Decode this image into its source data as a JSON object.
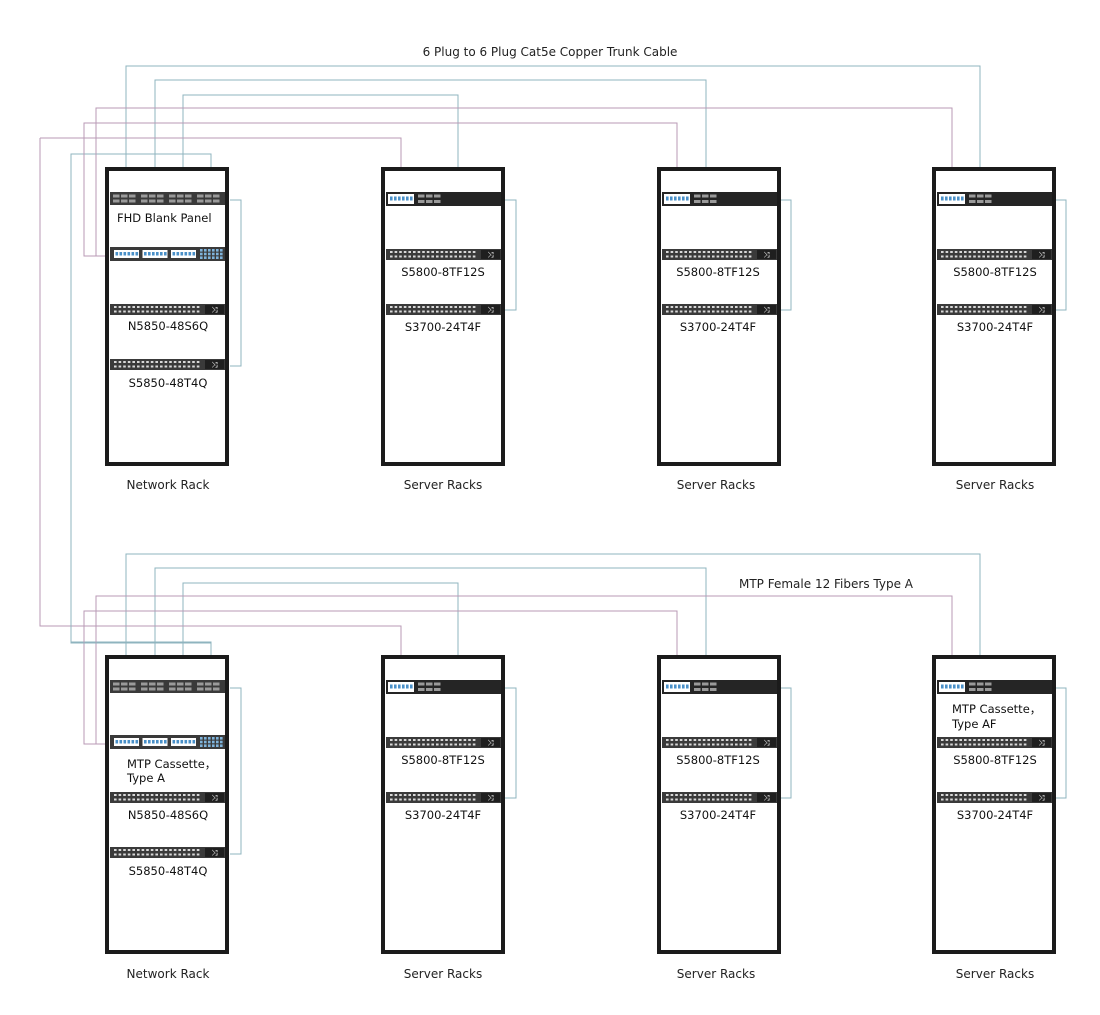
{
  "colors": {
    "copper_cable": "#8fb4bf",
    "fiber_cable": "#b99ab5",
    "rack_frame": "#1b1b1b",
    "panel_dark": "#3a3a3a",
    "port_gray": "#9a9a9a",
    "port_blue": "#4a90c8"
  },
  "cables": {
    "top_caption": "6 Plug to 6 Plug Cat5e Copper Trunk Cable",
    "bottom_caption": "MTP Female 12 Fibers Type A"
  },
  "top_row": {
    "network_rack": {
      "caption": "Network Rack",
      "panel_label": "FHD Blank Panel",
      "switch_1": "N5850-48S6Q",
      "switch_2": "S5850-48T4Q"
    },
    "server_racks": [
      {
        "caption": "Server Racks",
        "switch_1": "S5800-8TF12S",
        "switch_2": "S3700-24T4F"
      },
      {
        "caption": "Server Racks",
        "switch_1": "S5800-8TF12S",
        "switch_2": "S3700-24T4F"
      },
      {
        "caption": "Server Racks",
        "switch_1": "S5800-8TF12S",
        "switch_2": "S3700-24T4F"
      }
    ]
  },
  "bottom_row": {
    "network_rack": {
      "caption": "Network Rack",
      "cassette_label_1": "MTP Cassette，",
      "cassette_label_2": "Type A",
      "switch_1": "N5850-48S6Q",
      "switch_2": "S5850-48T4Q"
    },
    "server_racks": [
      {
        "caption": "Server Racks",
        "switch_1": "S5800-8TF12S",
        "switch_2": "S3700-24T4F",
        "note_1": "",
        "note_2": ""
      },
      {
        "caption": "Server Racks",
        "switch_1": "S5800-8TF12S",
        "switch_2": "S3700-24T4F",
        "note_1": "",
        "note_2": ""
      },
      {
        "caption": "Server Racks",
        "switch_1": "S5800-8TF12S",
        "switch_2": "S3700-24T4F",
        "note_1": "MTP Cassette，",
        "note_2": "Type AF"
      }
    ]
  }
}
